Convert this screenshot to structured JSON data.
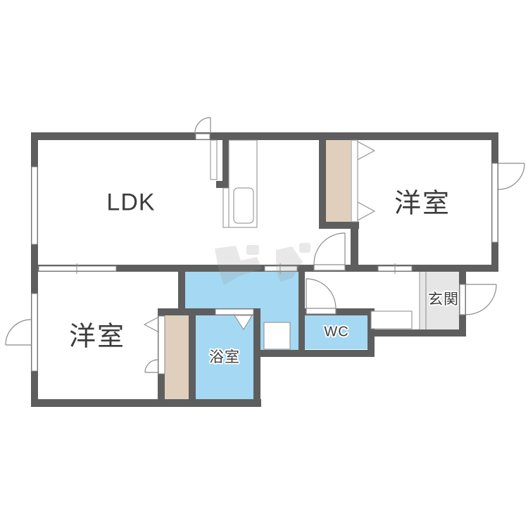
{
  "floor_plan": {
    "colors": {
      "wall": "#5e5e5e",
      "water_area": "#a5d8f2",
      "closet": "#e0cfbc",
      "entrance": "#e6e6e6",
      "fixture_line": "#8a8a8a",
      "label_text": "#3c3c3c",
      "background": "#ffffff"
    },
    "rooms": {
      "ldk": {
        "label": "LDK"
      },
      "western_room_north": {
        "label": "洋室"
      },
      "western_room_south": {
        "label": "洋室"
      },
      "bathroom": {
        "label": "浴室"
      },
      "toilet": {
        "label": "WC"
      },
      "entrance": {
        "label": "玄関"
      }
    },
    "watermark": {
      "icon": "logo-watermark-icon"
    }
  }
}
